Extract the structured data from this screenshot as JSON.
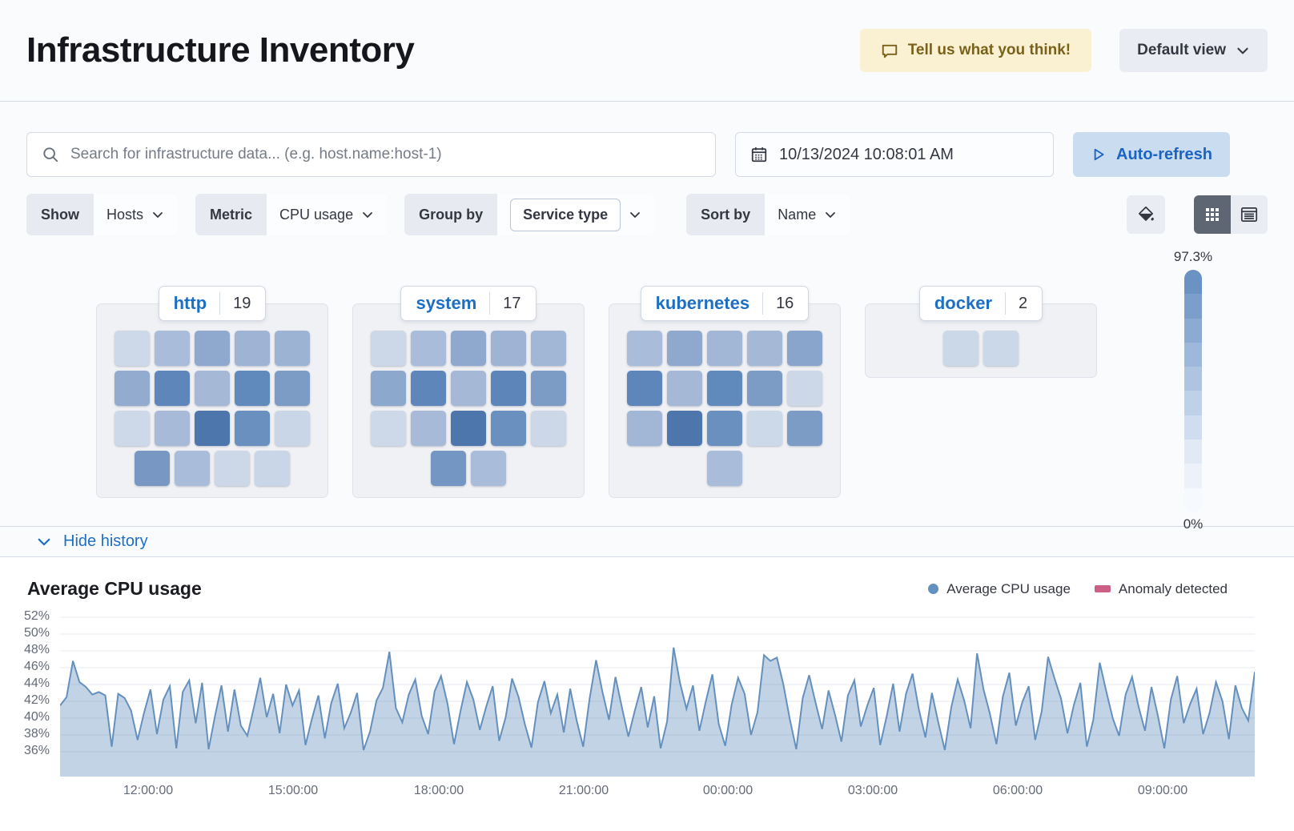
{
  "header": {
    "title": "Infrastructure Inventory",
    "feedback_label": "Tell us what you think!",
    "view_label": "Default view"
  },
  "toolbar": {
    "search_placeholder": "Search for infrastructure data... (e.g. host.name:host-1)",
    "datetime": "10/13/2024 10:08:01 AM",
    "auto_refresh_label": "Auto-refresh"
  },
  "filters": {
    "show_label": "Show",
    "show_value": "Hosts",
    "metric_label": "Metric",
    "metric_value": "CPU usage",
    "group_by_label": "Group by",
    "group_by_value": "Service type",
    "sort_by_label": "Sort by",
    "sort_by_value": "Name"
  },
  "legend_scale": {
    "max": "97.3%",
    "min": "0%",
    "colors": [
      "#6a92c2",
      "#7b9fca",
      "#8cabd2",
      "#9db8da",
      "#aec4e1",
      "#bfd1e9",
      "#d0ddf0",
      "#e1e9f5",
      "#edf2fa",
      "#f6f9fd"
    ]
  },
  "groups": [
    {
      "name": "http",
      "count": "19",
      "rows": [
        [
          "#cdd9e9",
          "#a9bdda",
          "#8fa9ce",
          "#9fb4d5",
          "#9db3d3"
        ],
        [
          "#93abce",
          "#5e86ba",
          "#a5b9d7",
          "#6089bc",
          "#7d9cc5"
        ],
        [
          "#cdd9e9",
          "#a7bad8",
          "#4d77ac",
          "#6a90c0",
          "#c9d6e7"
        ],
        [
          "#7897c3",
          "#a9bcda",
          "#ccd8e8",
          "#c9d6e7"
        ]
      ]
    },
    {
      "name": "system",
      "count": "17",
      "rows": [
        [
          "#ccd8e8",
          "#a9bdda",
          "#8fa9ce",
          "#9fb4d5",
          "#a2b6d6"
        ],
        [
          "#8da8cd",
          "#5e86ba",
          "#a5b9d7",
          "#5d85ba",
          "#7d9cc5"
        ],
        [
          "#cdd9e9",
          "#a7bad8",
          "#4d77ac",
          "#6a90c0",
          "#ccd8e8"
        ],
        [
          "#7396c2",
          "#a9bdda"
        ]
      ]
    },
    {
      "name": "kubernetes",
      "count": "16",
      "rows": [
        [
          "#a9bdda",
          "#8fa9ce",
          "#a2b6d6",
          "#a5b9d7",
          "#8aa5cb"
        ],
        [
          "#5e86ba",
          "#a5b9d7",
          "#6089bc",
          "#7d9cc5",
          "#ccd8e8"
        ],
        [
          "#a2b6d6",
          "#4d77ac",
          "#6a90c0",
          "#ccd9e9",
          "#7d9cc5"
        ],
        [
          "#a9bdda"
        ]
      ]
    },
    {
      "name": "docker",
      "count": "2",
      "rows": [
        [
          "#cbd8e8",
          "#cbd8e8"
        ]
      ]
    }
  ],
  "history": {
    "toggle_label": "Hide history"
  },
  "chart_data": {
    "type": "area",
    "title": "Average CPU usage",
    "legend": [
      {
        "label": "Average CPU usage",
        "color": "#6291c1",
        "shape": "dot"
      },
      {
        "label": "Anomaly detected",
        "color": "#cb5f84",
        "shape": "bar"
      }
    ],
    "y_ticks": [
      52,
      50,
      48,
      46,
      44,
      42,
      40,
      38,
      36
    ],
    "y_tick_suffix": "%",
    "ylim": [
      34,
      53
    ],
    "grid": true,
    "x_ticks": [
      {
        "label": "12:00:00",
        "px": 110
      },
      {
        "label": "15:00:00",
        "px": 291
      },
      {
        "label": "18:00:00",
        "px": 473
      },
      {
        "label": "21:00:00",
        "px": 654
      },
      {
        "label": "00:00:00",
        "px": 834
      },
      {
        "label": "03:00:00",
        "px": 1015
      },
      {
        "label": "06:00:00",
        "px": 1196
      },
      {
        "label": "09:00:00",
        "px": 1377
      }
    ],
    "series": [
      {
        "name": "Average CPU usage",
        "color": "#6590be",
        "values": [
          41.5,
          42.5,
          46.8,
          44.3,
          43.7,
          42.8,
          43.1,
          42.7,
          36.6,
          42.9,
          42.4,
          40.9,
          37.4,
          40.6,
          43.4,
          38.1,
          42.2,
          43.8,
          36.4,
          43.1,
          44.5,
          39.4,
          44.2,
          36.3,
          40.3,
          43.9,
          38.4,
          43.4,
          39.1,
          37.9,
          41.2,
          44.8,
          40.1,
          42.9,
          38.2,
          44.0,
          41.5,
          43.3,
          36.8,
          39.9,
          42.7,
          37.6,
          41.8,
          44.1,
          38.8,
          40.6,
          43.0,
          36.2,
          38.4,
          42.1,
          43.6,
          47.9,
          41.2,
          39.5,
          42.8,
          44.6,
          40.3,
          38.1,
          43.2,
          45.0,
          41.7,
          36.9,
          40.8,
          44.3,
          42.2,
          38.6,
          41.4,
          43.8,
          37.3,
          40.1,
          44.7,
          42.5,
          39.2,
          36.5,
          41.9,
          44.4,
          40.6,
          42.8,
          38.3,
          43.5,
          39.7,
          36.6,
          42.3,
          46.9,
          43.1,
          39.8,
          44.9,
          41.3,
          37.8,
          40.9,
          43.7,
          38.9,
          42.6,
          36.4,
          39.6,
          48.4,
          44.2,
          41.1,
          43.9,
          38.5,
          42.0,
          45.2,
          39.3,
          36.7,
          41.6,
          44.8,
          42.9,
          38.0,
          40.7,
          47.5,
          46.8,
          47.2,
          44.0,
          39.9,
          36.3,
          42.4,
          45.1,
          41.8,
          38.7,
          43.3,
          40.4,
          37.2,
          42.7,
          44.5,
          39.0,
          41.5,
          43.6,
          36.8,
          40.2,
          44.1,
          38.4,
          42.9,
          45.3,
          41.0,
          37.7,
          43.0,
          39.5,
          36.2,
          41.3,
          44.6,
          42.1,
          38.8,
          47.7,
          43.4,
          40.5,
          36.9,
          42.6,
          45.4,
          39.1,
          41.9,
          43.8,
          37.4,
          40.8,
          47.3,
          44.7,
          42.3,
          38.2,
          41.6,
          44.2,
          36.6,
          39.8,
          46.6,
          43.2,
          40.0,
          37.9,
          42.8,
          44.9,
          41.4,
          38.5,
          43.7,
          40.3,
          36.4,
          42.2,
          45.0,
          39.4,
          41.7,
          43.5,
          38.1,
          40.6,
          44.3,
          42.0,
          37.5,
          43.9,
          41.2,
          39.7,
          45.5
        ]
      }
    ]
  }
}
